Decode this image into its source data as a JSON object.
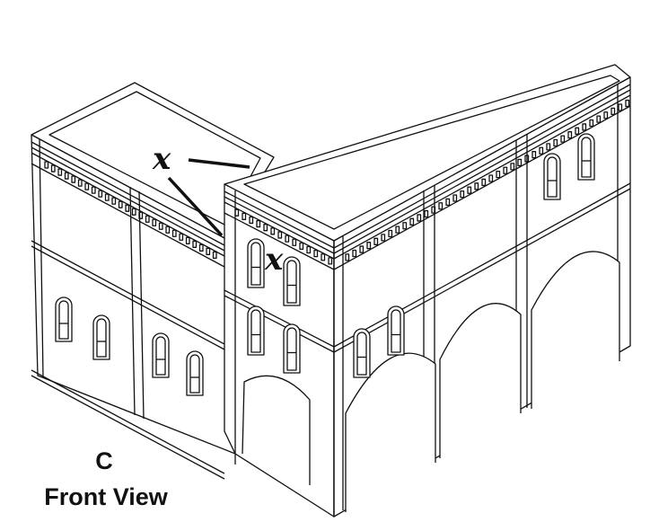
{
  "diagram": {
    "callout_labels": [
      "x",
      "x"
    ],
    "view_letter": "C",
    "view_name": "Front View",
    "colors": {
      "line": "#111111",
      "fill": "#ffffff"
    }
  }
}
